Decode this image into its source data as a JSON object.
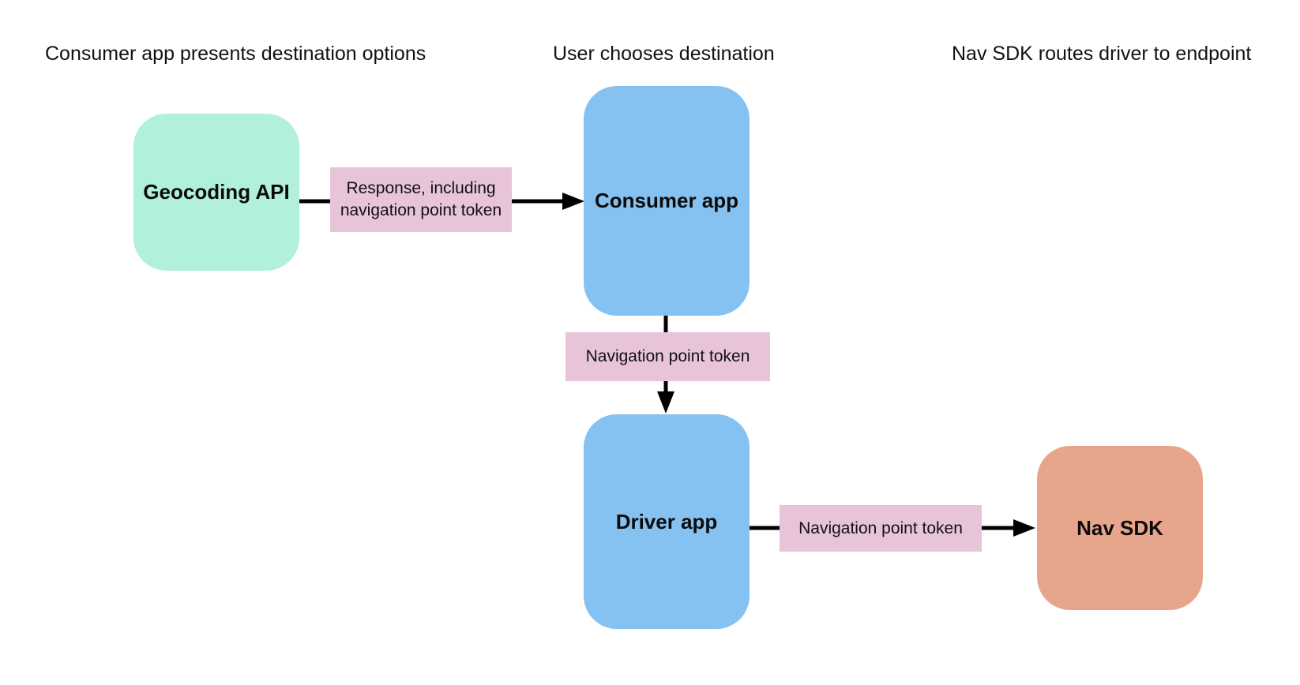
{
  "diagram": {
    "background_color": "#ffffff",
    "text_color": "#111111",
    "arrow_color": "#000000",
    "column_headers": [
      {
        "label": "Consumer app presents destination options"
      },
      {
        "label": "User chooses destination"
      },
      {
        "label": "Nav SDK routes driver to endpoint"
      }
    ],
    "nodes": [
      {
        "id": "geocoding-api",
        "label": "Geocoding API",
        "color": "#b1f0da"
      },
      {
        "id": "consumer-app",
        "label": "Consumer app",
        "color": "#85c2f1"
      },
      {
        "id": "driver-app",
        "label": "Driver app",
        "color": "#85c2f1"
      },
      {
        "id": "nav-sdk",
        "label": "Nav SDK",
        "color": "#e7a68c"
      }
    ],
    "edges": [
      {
        "from": "geocoding-api",
        "to": "consumer-app",
        "label": "Response, including navigation point token",
        "label_color": "#e8c4da"
      },
      {
        "from": "consumer-app",
        "to": "driver-app",
        "label": "Navigation point token",
        "label_color": "#e8c4da"
      },
      {
        "from": "driver-app",
        "to": "nav-sdk",
        "label": "Navigation point token",
        "label_color": "#e8c4da"
      }
    ]
  }
}
